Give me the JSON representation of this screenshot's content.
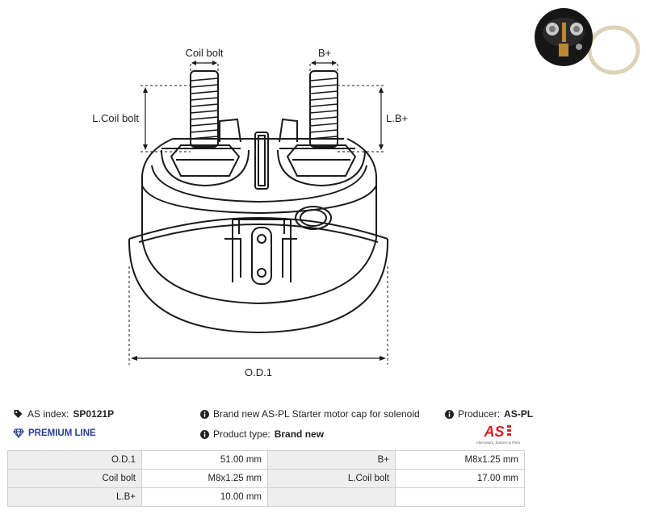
{
  "drawing": {
    "labels": {
      "coil_bolt": "Coil bolt",
      "b_plus": "B+",
      "l_coil_bolt": "L.Coil bolt",
      "l_b_plus": "L.B+",
      "od1": "O.D.1"
    }
  },
  "info": {
    "as_index_label": "AS index:",
    "as_index_value": "SP0121P",
    "line": "PREMIUM LINE",
    "description": "Brand new AS-PL Starter motor cap for solenoid",
    "product_type_label": "Product type:",
    "product_type_value": "Brand new",
    "producer_label": "Producer:",
    "producer_value": "AS-PL",
    "logo_text": "AS",
    "logo_tagline": "Alternators, Starters & Parts"
  },
  "icons": {
    "index": "tag-icon",
    "premium": "diamond-icon",
    "info": "info-icon"
  },
  "colors": {
    "premium": "#2a3e8f",
    "brand_red": "#d6202a"
  },
  "specs": {
    "rows": [
      {
        "l1": "O.D.1",
        "v1": "51.00 mm",
        "l2": "B+",
        "v2": "M8x1.25 mm"
      },
      {
        "l1": "Coil bolt",
        "v1": "M8x1.25 mm",
        "l2": "L.Coil bolt",
        "v2": "17.00 mm"
      },
      {
        "l1": "L.B+",
        "v1": "10.00 mm",
        "l2": "",
        "v2": ""
      }
    ]
  }
}
